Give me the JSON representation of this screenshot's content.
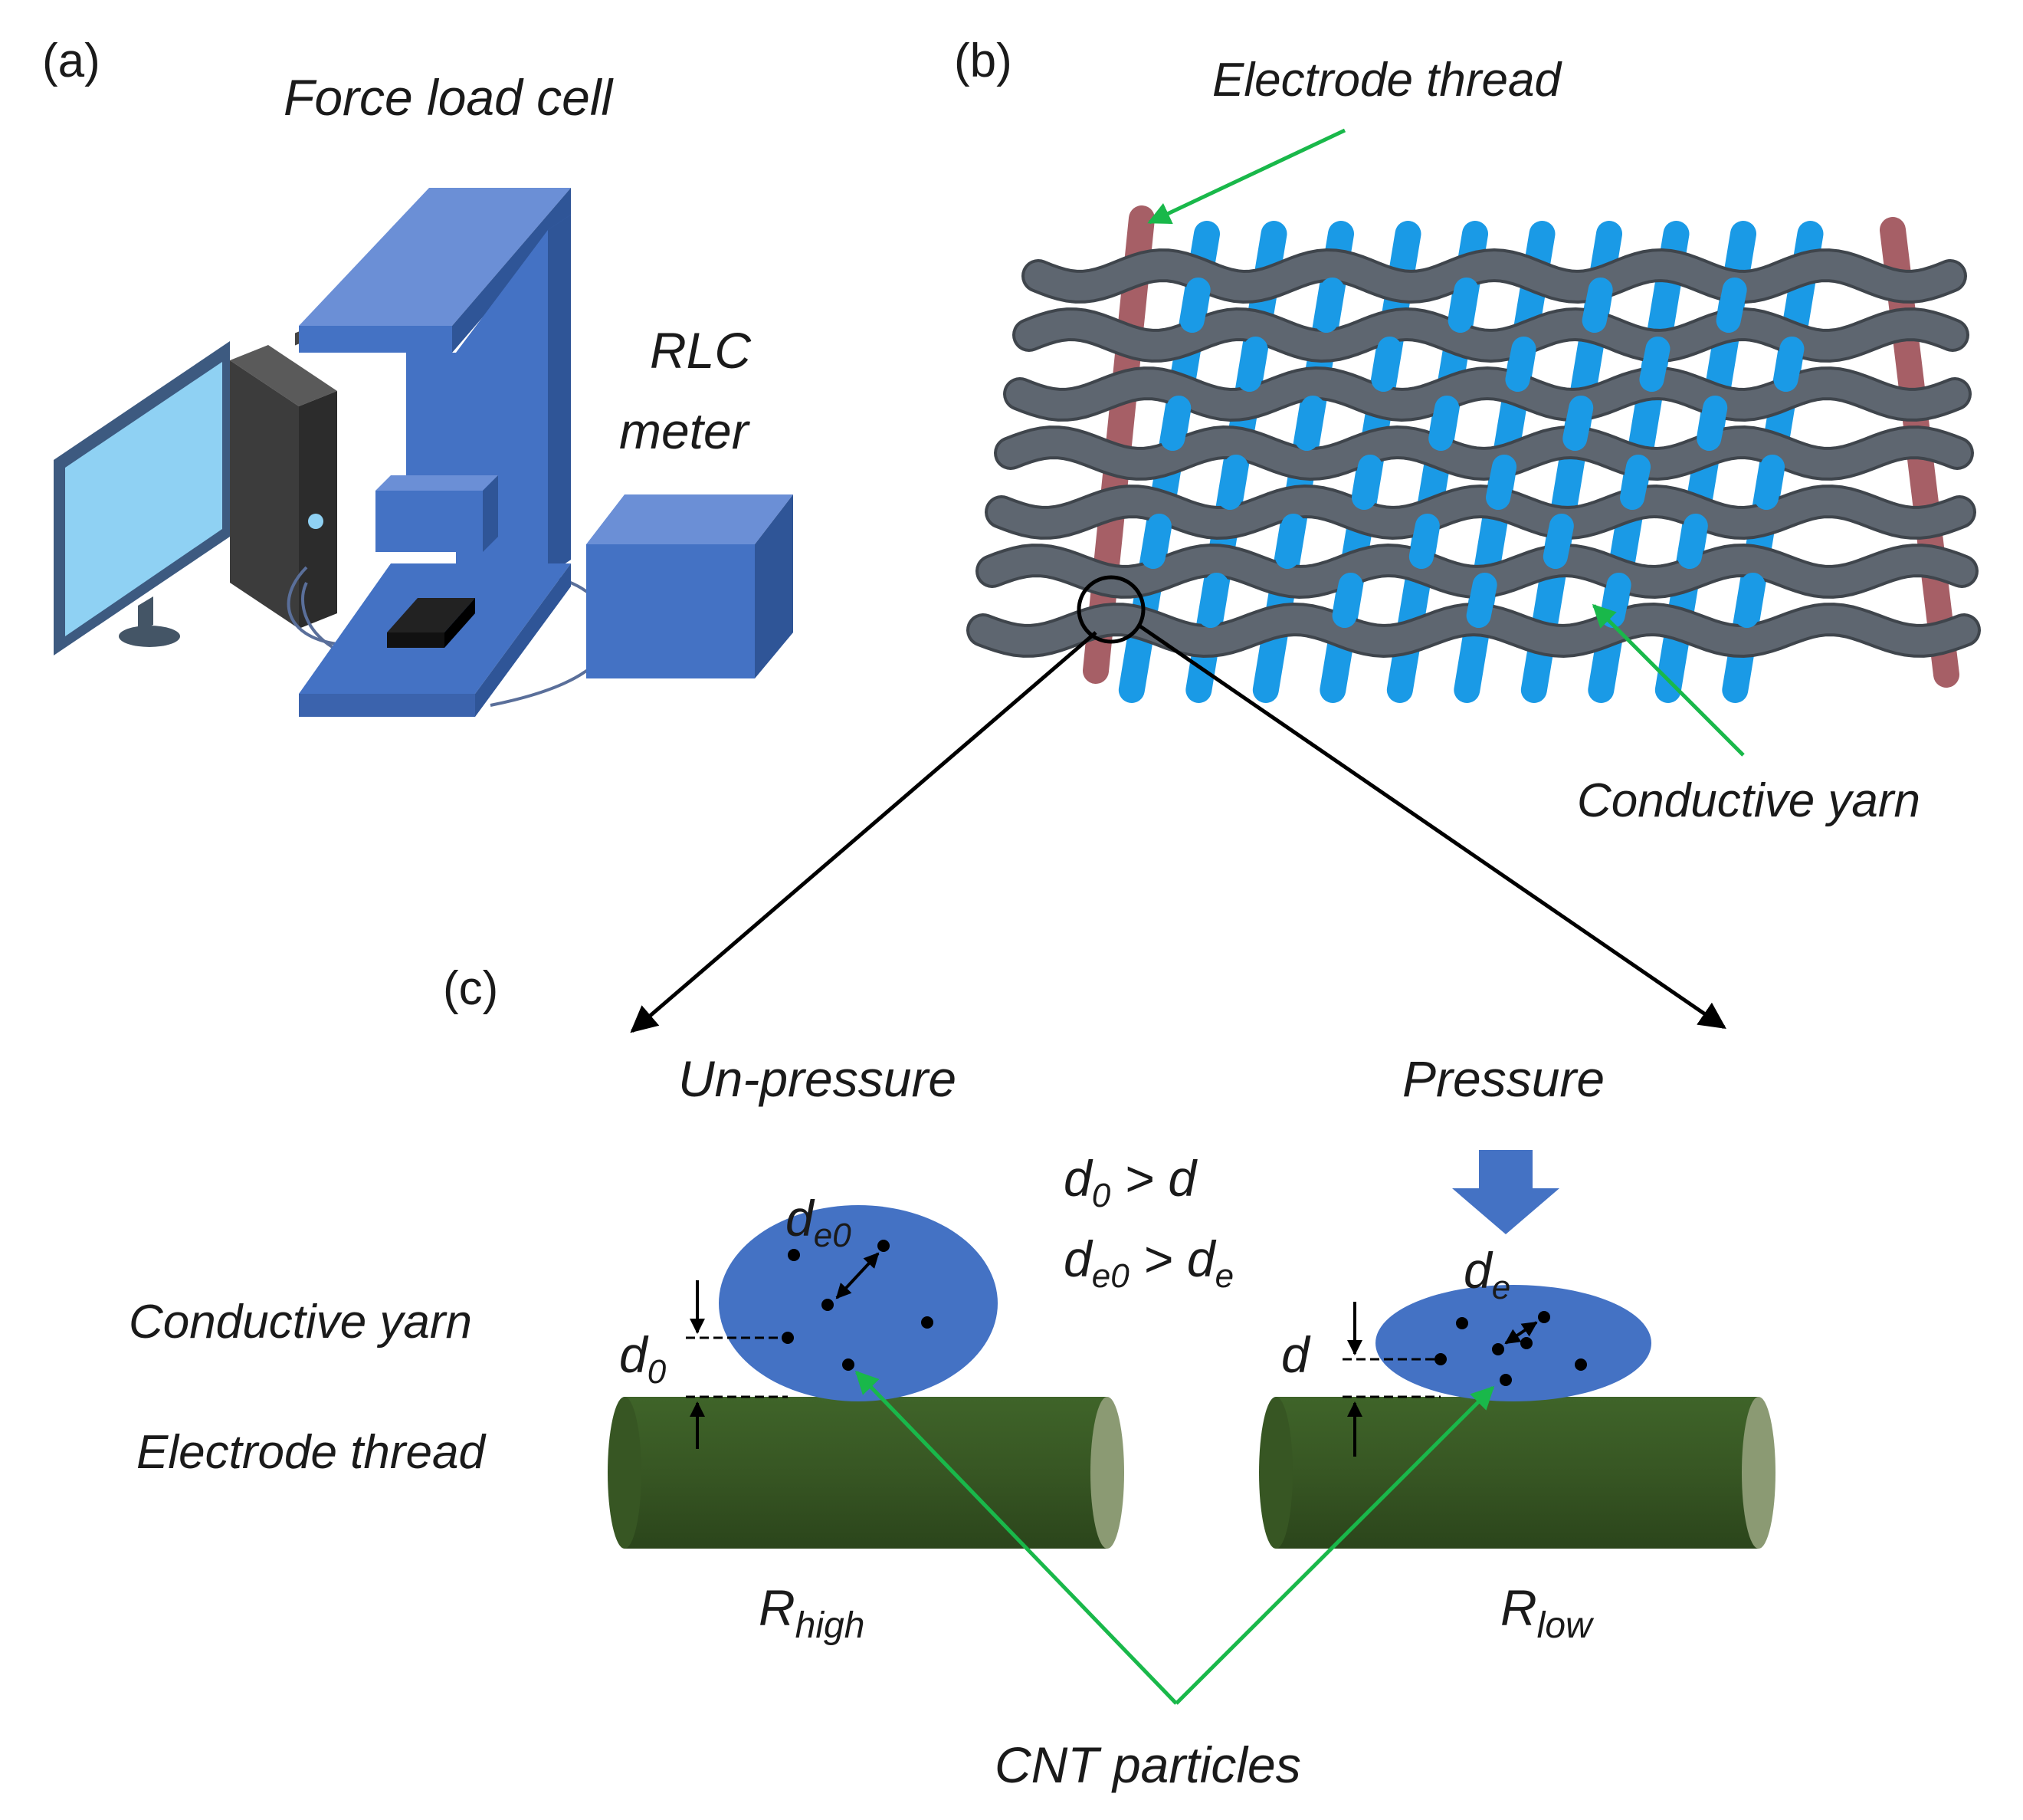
{
  "panels": {
    "a": {
      "label": "(a)",
      "force_load_cell": "Force load cell",
      "rlc_line1": "RLC",
      "rlc_line2": "meter"
    },
    "b": {
      "label": "(b)",
      "electrode_thread": "Electrode thread",
      "conductive_yarn": "Conductive yarn"
    },
    "c": {
      "label": "(c)",
      "un_pressure": "Un-pressure",
      "pressure": "Pressure",
      "conductive_yarn": "Conductive yarn",
      "electrode_thread": "Electrode thread",
      "d0": "d",
      "d0_sub": "0",
      "de0": "d",
      "de0_sub": "e0",
      "d": "d",
      "de": "d",
      "de_sub": "e",
      "rel1_a": "d",
      "rel1_a_sub": "0",
      "rel1_b": " > d",
      "rel2_a": "d",
      "rel2_a_sub": "e0",
      "rel2_b": " > d",
      "rel2_b_sub": "e",
      "r_high": "R",
      "r_high_sub": "high",
      "r_low": "R",
      "r_low_sub": "low",
      "cnt_particles": "CNT particles"
    }
  },
  "colors": {
    "apparatus_blue": "#4472c4",
    "apparatus_blue_light": "#6b8fd6",
    "apparatus_blue_dark": "#2f5597",
    "monitor_screen": "#8fd1f3",
    "pc_case": "#3c3c3c",
    "yarn_grey": "#5e6670",
    "yarn_blue": "#1a9ae6",
    "electrode_red": "#a65f66",
    "electrode_green": "#375623",
    "electrode_cap": "#8b9a73",
    "pointer_green": "#19b84a",
    "ellipse_blue": "#4472c4"
  }
}
